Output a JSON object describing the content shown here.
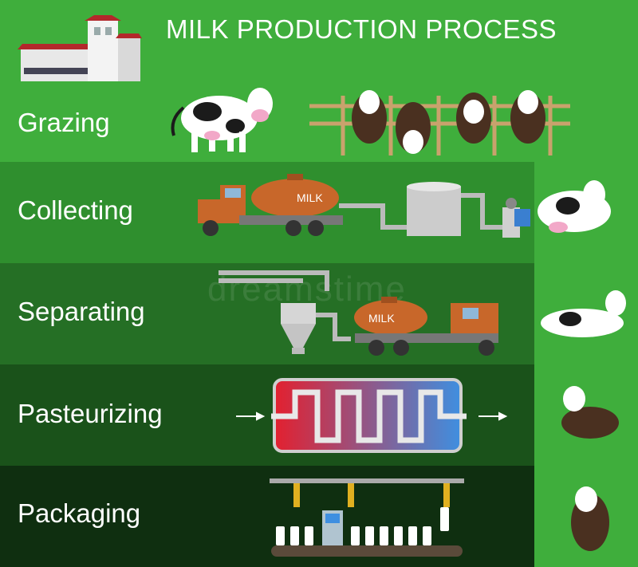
{
  "title": "MILK PRODUCTION PROCESS",
  "stages": [
    {
      "label": "Grazing"
    },
    {
      "label": "Collecting"
    },
    {
      "label": "Separating"
    },
    {
      "label": "Pasteurizing"
    },
    {
      "label": "Packaging"
    }
  ],
  "truck_tank_text": "MILK",
  "watermark": "dreamstime",
  "colors": {
    "band_1": "#3fae3c",
    "band_2": "#2f8f2e",
    "band_3": "#256f25",
    "band_4": "#1a521a",
    "band_5": "#0f2f10",
    "truck": "#c8672a",
    "hot": "#e3202f",
    "cold": "#3f8fe0"
  }
}
